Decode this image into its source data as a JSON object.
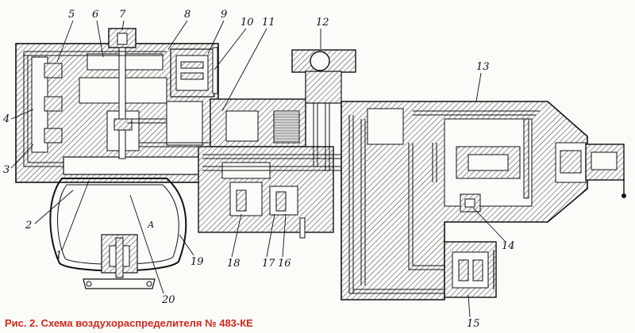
{
  "caption": "Рис. 2. Схема воздухораспределителя № 483-КЕ",
  "callouts": [
    "1",
    "2",
    "3",
    "4",
    "5",
    "6",
    "7",
    "8",
    "9",
    "10",
    "11",
    "12",
    "13",
    "14",
    "15",
    "16",
    "17",
    "18",
    "19",
    "20"
  ],
  "chamber_label": "А"
}
